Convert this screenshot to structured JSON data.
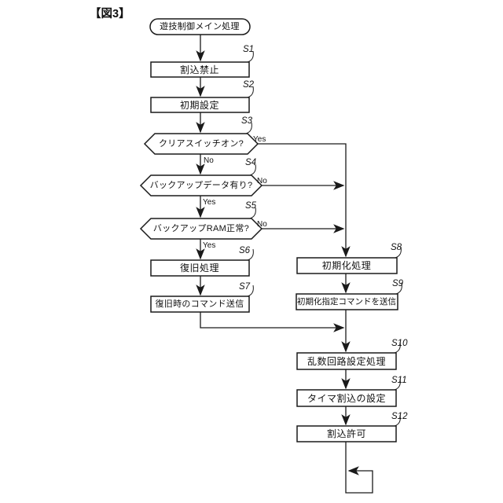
{
  "figure": {
    "label": "【図3】"
  },
  "flow": {
    "start_label": "遊技制御メイン処理",
    "steps": [
      {
        "tag": "S1",
        "label": "割込禁止"
      },
      {
        "tag": "S2",
        "label": "初期設定"
      },
      {
        "tag": "S3",
        "label": "クリアスイッチオン?",
        "right": "Yes",
        "down": "No"
      },
      {
        "tag": "S4",
        "label": "バックアップデータ有り?",
        "right": "No",
        "down": "Yes"
      },
      {
        "tag": "S5",
        "label": "バックアップRAM正常?",
        "right": "No",
        "down": "Yes"
      },
      {
        "tag": "S6",
        "label": "復旧処理"
      },
      {
        "tag": "S7",
        "label": "復旧時のコマンド送信"
      },
      {
        "tag": "S8",
        "label": "初期化処理"
      },
      {
        "tag": "S9",
        "label": "初期化指定コマンドを送信"
      },
      {
        "tag": "S10",
        "label": "乱数回路設定処理"
      },
      {
        "tag": "S11",
        "label": "タイマ割込の設定"
      },
      {
        "tag": "S12",
        "label": "割込許可"
      }
    ],
    "colors": {
      "line": "#1a1a1a",
      "background": "#ffffff"
    }
  }
}
